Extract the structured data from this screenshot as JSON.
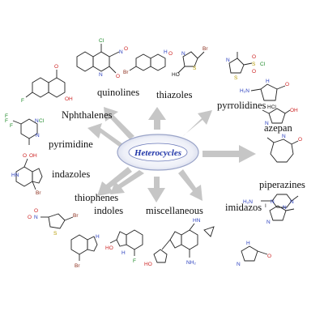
{
  "center": {
    "label": "Heterocycles"
  },
  "categories": [
    {
      "id": "quinolines",
      "label": "quinolines"
    },
    {
      "id": "thiazoles",
      "label": "thiazoles"
    },
    {
      "id": "pyrrolidines",
      "label": "pyrrolidines"
    },
    {
      "id": "nphthalenes",
      "label": "Nphthalenes"
    },
    {
      "id": "azepan",
      "label": "azepan"
    },
    {
      "id": "pyrimidine",
      "label": "pyrimidine"
    },
    {
      "id": "indazoles",
      "label": "indazoles"
    },
    {
      "id": "piperazines",
      "label": "piperazines"
    },
    {
      "id": "thiophenes",
      "label": "thiophenes"
    },
    {
      "id": "indoles",
      "label": "indoles"
    },
    {
      "id": "miscellaneous",
      "label": "miscellaneous"
    },
    {
      "id": "imidazos",
      "label": "imidazos"
    }
  ],
  "structure_text": {
    "hcl": "HCl"
  },
  "colors": {
    "arrow": "#c6c6c6",
    "center_text": "#1f35a8",
    "ellipse_stroke": "#9aa4c8"
  }
}
